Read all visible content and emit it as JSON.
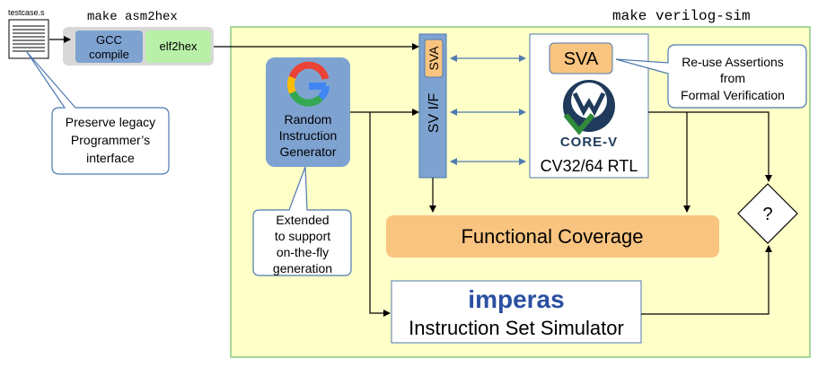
{
  "testcase_label": "testcase.s",
  "make_asm2hex": "make asm2hex",
  "make_verilog_sim": "make verilog-sim",
  "gcc_line1": "GCC",
  "gcc_line2": "compile",
  "elf2hex": "elf2hex",
  "callout_legacy": [
    "Preserve legacy",
    "Programmer’s",
    "interface"
  ],
  "rig": [
    "Random",
    "Instruction",
    "Generator"
  ],
  "callout_extended": [
    "Extended",
    "to support",
    "on-the-fly",
    "generation"
  ],
  "sv_if": "SV I/F",
  "sva_small": "SVA",
  "sva_big": "SVA",
  "callout_reuse": [
    "Re-use Assertions",
    "from",
    "Formal Verification"
  ],
  "core_v": "CORE-V",
  "rtl_label": "CV32/64 RTL",
  "functional_coverage": "Functional Coverage",
  "decision": "?",
  "imperas": "imperas",
  "iss": "Instruction Set Simulator",
  "colors": {
    "sim_bg": "#ffffc8",
    "sim_border": "#a6d69a",
    "blue_box": "#7fa3d1",
    "green_box": "#b8f0a8",
    "orange_box": "#f8c47f",
    "arrow_blue": "#4e7ab0",
    "imperas_blue": "#2a50a0"
  }
}
